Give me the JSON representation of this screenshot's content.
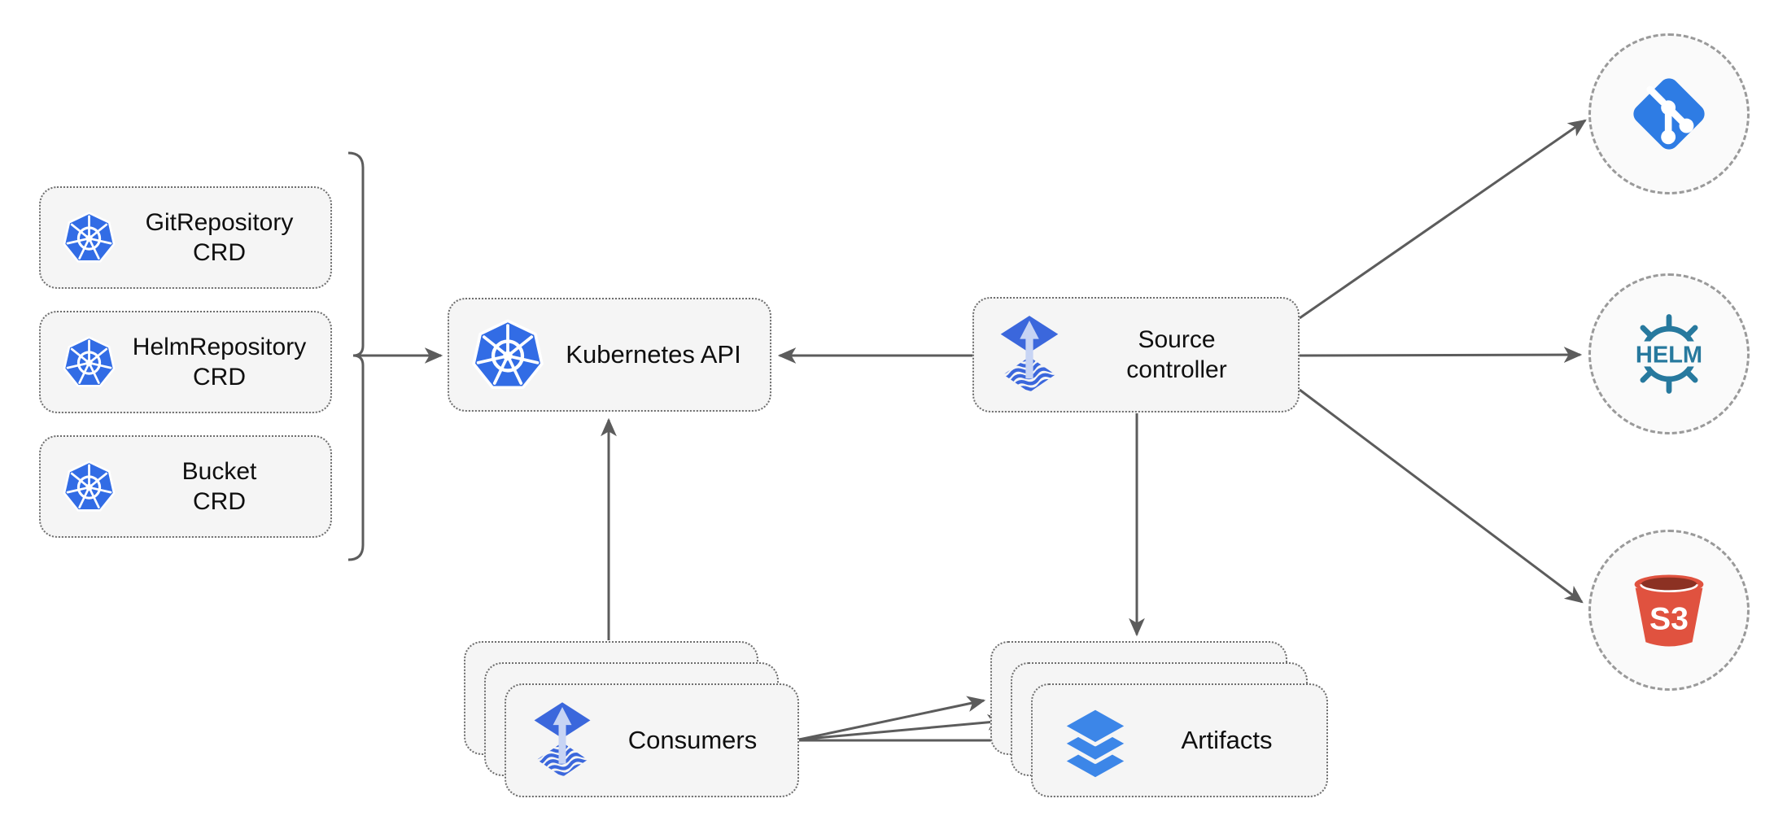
{
  "diagram": {
    "crd_boxes": [
      {
        "id": "git-repository-crd",
        "line1": "GitRepository",
        "line2": "CRD",
        "icon": "kubernetes-icon"
      },
      {
        "id": "helm-repository-crd",
        "line1": "HelmRepository",
        "line2": "CRD",
        "icon": "kubernetes-icon"
      },
      {
        "id": "bucket-crd",
        "line1": "Bucket",
        "line2": "CRD",
        "icon": "kubernetes-icon"
      }
    ],
    "kubernetes_api": {
      "label": "Kubernetes API",
      "icon": "kubernetes-icon"
    },
    "source_controller": {
      "line1": "Source",
      "line2": "controller",
      "icon": "flux-icon"
    },
    "consumers": {
      "label": "Consumers",
      "icon": "flux-icon",
      "stack_count": 3
    },
    "artifacts": {
      "label": "Artifacts",
      "icon": "layers-icon",
      "stack_count": 3
    },
    "external_sources": [
      {
        "id": "git",
        "icon": "git-icon",
        "label": ""
      },
      {
        "id": "helm",
        "icon": "helm-icon",
        "label": "HELM"
      },
      {
        "id": "s3",
        "icon": "s3-icon",
        "label": "S3"
      }
    ],
    "edges": [
      {
        "from": "crd-bracket",
        "to": "kubernetes-api",
        "arrow": true
      },
      {
        "from": "source-controller",
        "to": "kubernetes-api",
        "arrow": true
      },
      {
        "from": "source-controller",
        "to": "git",
        "arrow": true
      },
      {
        "from": "source-controller",
        "to": "helm",
        "arrow": true
      },
      {
        "from": "source-controller",
        "to": "s3",
        "arrow": true
      },
      {
        "from": "source-controller",
        "to": "artifacts",
        "arrow": true
      },
      {
        "from": "consumers",
        "to": "kubernetes-api",
        "arrow": true
      },
      {
        "from": "consumers",
        "to": "artifacts-back",
        "arrow": true
      },
      {
        "from": "consumers",
        "to": "artifacts-middle",
        "arrow": true
      },
      {
        "from": "consumers",
        "to": "artifacts-front",
        "arrow": true
      }
    ],
    "colors": {
      "box_fill": "#F5F5F5",
      "box_border": "#6E6E6E",
      "circle_fill": "#FAFAFA",
      "circle_border": "#9A9A9A",
      "connector": "#5C5C5C",
      "kubernetes_blue": "#326CE5",
      "flux_blue": "#3B67DC",
      "flux_arrow_light": "#C7D4F4",
      "git_blue": "#2E7CE4",
      "helm_teal": "#27799E",
      "s3_red": "#E0523F",
      "s3_dark_red": "#8C3123",
      "layers_blue": "#3C86E8",
      "text": "#0F0F0F"
    }
  }
}
